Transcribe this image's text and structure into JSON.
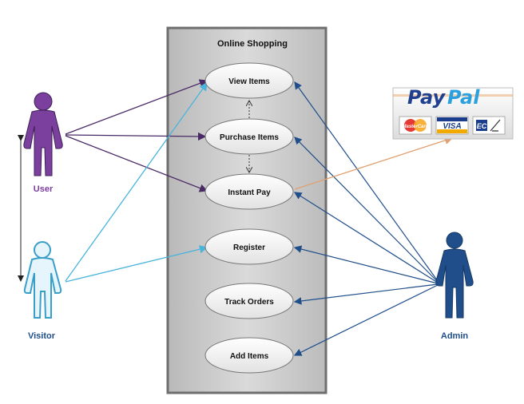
{
  "system": {
    "title": "Online Shopping"
  },
  "use_cases": [
    {
      "id": "view",
      "label": "View Items"
    },
    {
      "id": "purchase",
      "label": "Purchase Items"
    },
    {
      "id": "pay",
      "label": "Instant Pay"
    },
    {
      "id": "register",
      "label": "Register"
    },
    {
      "id": "track",
      "label": "Track Orders"
    },
    {
      "id": "add",
      "label": "Add Items"
    }
  ],
  "actors": [
    {
      "id": "user",
      "label": "User",
      "color": "#7b3f9e"
    },
    {
      "id": "visitor",
      "label": "Visitor",
      "color": "#3a9fc8"
    },
    {
      "id": "admin",
      "label": "Admin",
      "color": "#1f4e8a"
    }
  ],
  "paypal": {
    "logo_pay": "Pay",
    "logo_pal": "Pal",
    "cards": [
      "MasterCard",
      "VISA",
      "EC"
    ]
  },
  "colors": {
    "user_line": "#4a2a66",
    "visitor_line": "#4ab4dc",
    "admin_line": "#1f4e8a",
    "paypal_line": "#e0a070"
  }
}
